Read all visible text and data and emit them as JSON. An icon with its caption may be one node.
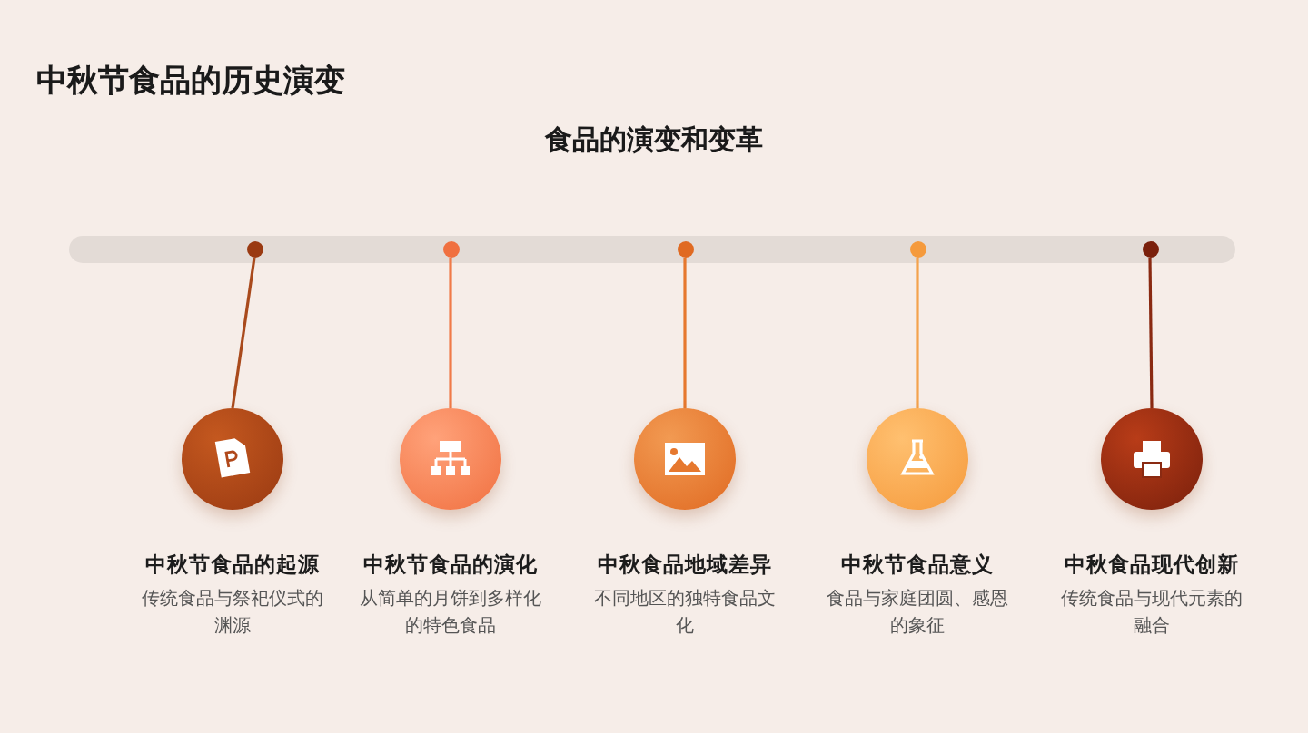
{
  "diagram": {
    "title": "中秋节食品的历史演变",
    "nodes": [
      {
        "text": [],
        "shape": "circle"
      },
      {
        "text": [],
        "shape": "circle"
      },
      {
        "text": [],
        "shape": "circle"
      },
      {
        "text": [],
        "shape": "circle"
      },
      {
        "text": [],
        "shape": "circle"
      },
      {
        "text": [
          "中秋节食品的起源",
          "传统食品与祭祀仪式的渊源"
        ]
      },
      {
        "text": [
          "中秋节食品的演化",
          "从简单的月饼到多样化的特色食品"
        ]
      },
      {
        "text": [
          "中秋食品地域差异",
          "不同地区的独特食品文化"
        ]
      },
      {
        "text": [
          "中秋节食品意义",
          "食品与家庭团圆、感恩的象征"
        ]
      },
      {
        "text": [
          "中秋食品现代创新",
          "传统食品与现代元素的融合"
        ]
      }
    ],
    "edges": [
      {
        "from": 0,
        "to": 5,
        "arrow": "none",
        "color": "#a94a1c"
      },
      {
        "from": 1,
        "to": 6,
        "arrow": "none",
        "color": "#f07a48"
      },
      {
        "from": 2,
        "to": 7,
        "arrow": "none",
        "color": "#e6782e"
      },
      {
        "from": 3,
        "to": 8,
        "arrow": "none",
        "color": "#f4a24c"
      },
      {
        "from": 4,
        "to": 9,
        "arrow": "none",
        "color": "#8a2a12"
      }
    ],
    "labels": [
      "食品的演变和变革"
    ]
  }
}
